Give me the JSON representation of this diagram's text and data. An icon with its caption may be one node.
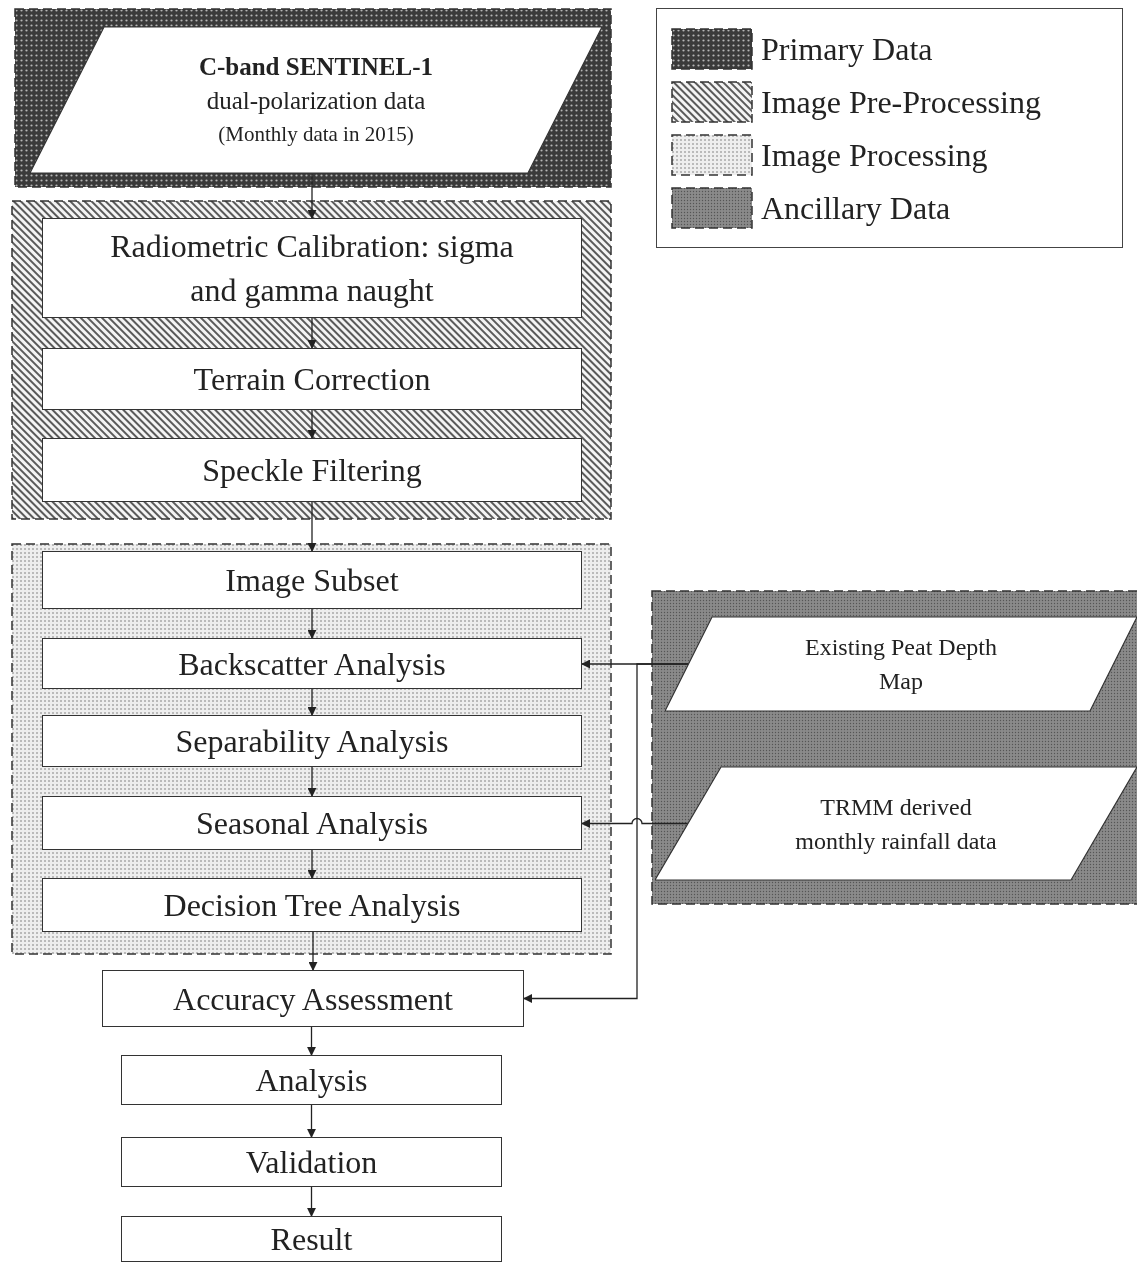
{
  "diagram": {
    "nodes": [
      {
        "text": [],
        "shape": "box"
      },
      {
        "text": [
          "C-band SENTINEL-1",
          "dual-polarization data",
          "(Monthly data in 2015)"
        ],
        "in": 0
      },
      {
        "text": [],
        "shape": "box"
      },
      {
        "text": [
          "Radiometric Calibration: sigma and gamma naught"
        ],
        "in": 2
      },
      {
        "text": [
          "Terrain Correction"
        ],
        "in": 2
      },
      {
        "text": [
          "Speckle Filtering"
        ],
        "in": 2
      },
      {
        "text": [],
        "shape": "box"
      },
      {
        "text": [
          "Image Subset"
        ],
        "in": 6
      },
      {
        "text": [
          "Backscatter Analysis"
        ],
        "in": 6
      },
      {
        "text": [
          "Separability Analysis"
        ],
        "in": 6
      },
      {
        "text": [
          "Seasonal Analysis"
        ],
        "in": 6
      },
      {
        "text": [
          "Decision Tree Analysis"
        ],
        "in": 6
      },
      {
        "text": [],
        "shape": "box"
      },
      {
        "text": [
          "Existing Peat Depth Map"
        ],
        "in": 12
      },
      {
        "text": [
          "TRMM derived monthly rainfall data"
        ],
        "in": 12
      },
      {
        "text": [
          "Accuracy Assessment"
        ]
      },
      {
        "text": [
          "Analysis"
        ]
      },
      {
        "text": [
          "Validation"
        ]
      },
      {
        "text": [
          "Result"
        ]
      }
    ],
    "edges": [
      {
        "from": 1,
        "to": 3,
        "arrow": "to"
      },
      {
        "from": 3,
        "to": 4,
        "arrow": "to"
      },
      {
        "from": 4,
        "to": 5,
        "arrow": "to"
      },
      {
        "from": 5,
        "to": 7,
        "arrow": "to"
      },
      {
        "from": 7,
        "to": 8,
        "arrow": "to"
      },
      {
        "from": 8,
        "to": 9,
        "arrow": "to"
      },
      {
        "from": 9,
        "to": 10,
        "arrow": "to"
      },
      {
        "from": 10,
        "to": 11,
        "arrow": "to"
      },
      {
        "from": 11,
        "to": 15,
        "arrow": "to"
      },
      {
        "from": 15,
        "to": 16,
        "arrow": "to"
      },
      {
        "from": 16,
        "to": 17,
        "arrow": "to"
      },
      {
        "from": 17,
        "to": 18,
        "arrow": "to"
      },
      {
        "from": 13,
        "to": 8,
        "arrow": "to"
      },
      {
        "from": 13,
        "to": 15,
        "arrow": "to"
      },
      {
        "from": 14,
        "to": 10,
        "arrow": "to"
      }
    ],
    "legend": [
      {
        "text": "Primary Data"
      },
      {
        "text": "Image Pre-Processing"
      },
      {
        "text": "Image Processing"
      },
      {
        "text": "Ancillary Data"
      }
    ]
  }
}
